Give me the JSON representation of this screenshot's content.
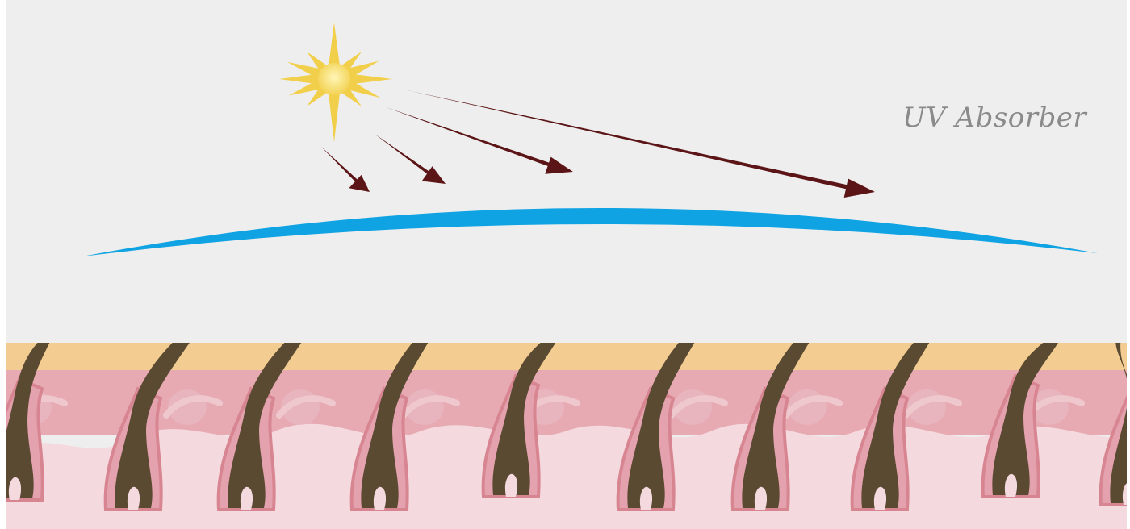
{
  "diagram": {
    "label": "UV Absorber",
    "colors": {
      "background": "#eeeeee",
      "sun_ray": "#f2cf4a",
      "sun_core": "#fbe27a",
      "uv_arrow": "#5c1517",
      "absorber_layer": "#10a3e3",
      "skin_top_layer": "#f3cc92",
      "epidermis": "#e7aab3",
      "dermis": "#f4dade",
      "follicle_outline": "#d88592",
      "hair": "#5a4a32"
    },
    "icons": [
      "sun-icon",
      "uv-arrow",
      "hair-strand"
    ]
  }
}
